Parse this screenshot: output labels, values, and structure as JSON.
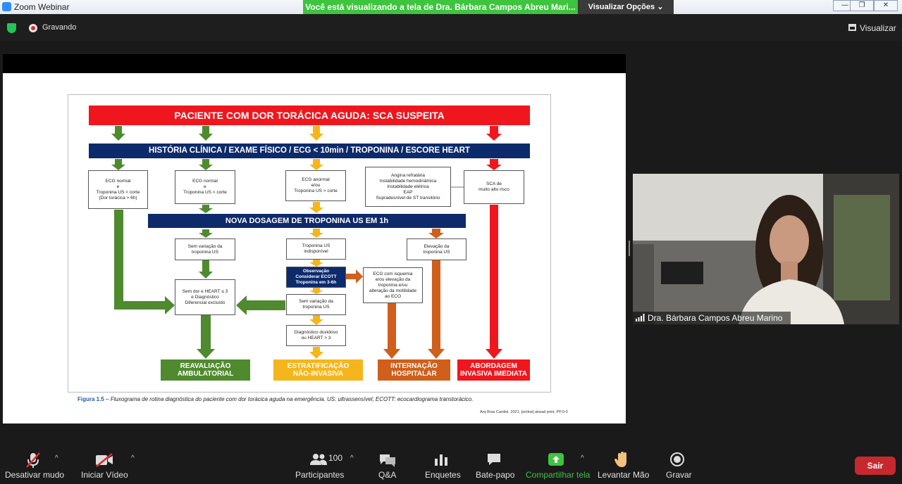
{
  "window": {
    "app_title": "Zoom Webinar",
    "share_banner": "Você está visualizando a tela de Dra. Bárbara Campos Abreu Mari...",
    "view_options": "Visualizar Opções",
    "recording": "Gravando",
    "view_button": "Visualizar"
  },
  "slide": {
    "header": "PACIENTE COM DOR TORÁCICA AGUDA: SCA SUSPEITA",
    "step1": "HISTÓRIA CLÍNICA / EXAME FÍSICO / ECG < 10min / TROPONINA / ESCORE HEART",
    "box_ecg_normal_trop": "ECG normal\ne\nTroponina US < corte\n(Dor torácica > 6h)",
    "box_ecg_normal_trop2": "ECG normal\ne\nTroponina US < corte",
    "box_ecg_anormal": "ECG anormal\ne/ou\nTroponina US > corte",
    "box_angina": "Angina refratária\nInstabilidade hemodinâmica\nInstabilidade elétrica\nEAP\nSupradesnível de ST transitório",
    "box_sca": "SCA de\nmuito alto risco",
    "step2": "NOVA DOSAGEM DE TROPONINA US EM 1h",
    "box_sem_variacao": "Sem variação da\ntroponina US",
    "box_trop_indisp": "Troponina US\nindisponível",
    "box_elevacao": "Elevação da\ntroponina US",
    "box_observacao": "Observação\nConsiderar ECOTT\nTroponina em 3-6h",
    "box_ecg_isquemia": "ECG com isquemia\ne/ou elevação da\ntroponina e/ou\nalteração da motilidade\nao ECO",
    "box_sem_dor": "Sem dor e HEART ≤ 3\ne Diagnóstico\nDiferencial excluído",
    "box_sem_variacao2": "Sem variação da\ntroponina US",
    "box_duvidoso": "Diagnóstico duvidoso\nou HEART > 3",
    "out_reavaliacao": "REAVALIAÇÃO\nAMBULATORIAL",
    "out_estratificacao": "ESTRATIFICAÇÃO\nNÃO-INVASIVA",
    "out_internacao": "INTERNAÇÃO\nHOSPITALAR",
    "out_abordagem": "ABORDAGEM\nINVASIVA IMEDIATA",
    "caption_label": "Figura 1.5",
    "caption_text": " – Fluxograma de rotina diagnóstica do paciente com dor torácica aguda na emergência. US: ultrassensível; ECOTT: ecocardiograma transtorácico.",
    "reference": "Arq Bras Cardiol. 2021; [online].ahead print, PP.0-0"
  },
  "speaker": {
    "name": "Dra. Bárbara Campos Abreu Marino"
  },
  "toolbar": {
    "mute": "Desativar mudo",
    "video": "Iniciar Vídeo",
    "participants": "Participantes",
    "participants_count": "100",
    "qa": "Q&A",
    "polls": "Enquetes",
    "chat": "Bate-papo",
    "share": "Compartilhar tela",
    "raise_hand": "Levantar Mão",
    "record": "Gravar",
    "leave": "Sair"
  },
  "colors": {
    "red": "#f0161d",
    "navy": "#0d2a6b",
    "green": "#4f8a2e",
    "yellow": "#f5b51c",
    "orange": "#cf5f1a",
    "zoom_green": "#3ec43e"
  }
}
